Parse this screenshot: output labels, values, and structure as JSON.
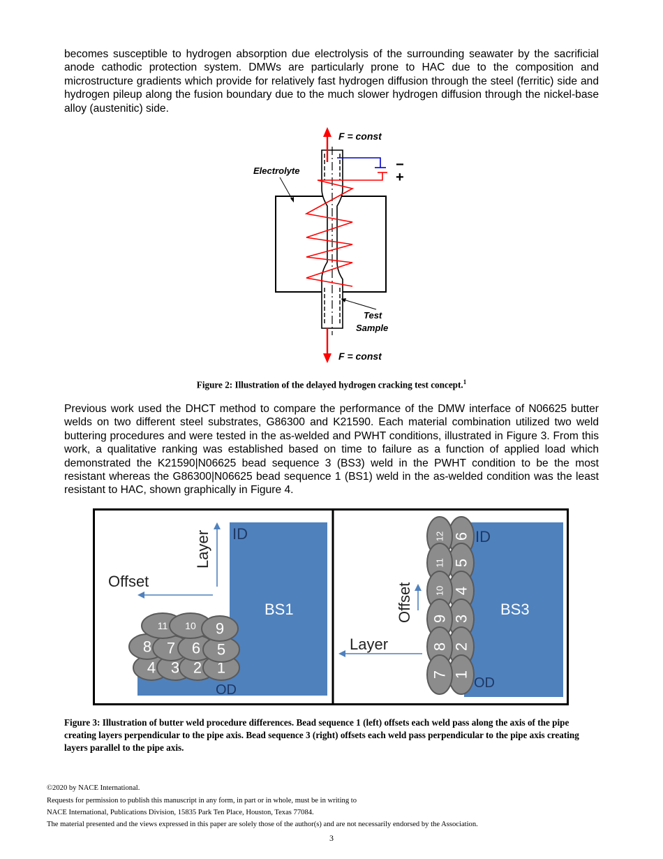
{
  "paragraph_1": "becomes susceptible to hydrogen absorption due electrolysis of the surrounding seawater by the sacrificial anode cathodic protection system.  DMWs are particularly prone to HAC due to the composition and microstructure gradients which provide for relatively fast hydrogen diffusion through the steel (ferritic) side and hydrogen pileup along the fusion boundary due to the much slower hydrogen diffusion through the nickel-base alloy (austenitic) side.",
  "figure2": {
    "label_force_top": "F = const",
    "label_force_bottom": "F = const",
    "label_electrolyte": "Electrolyte",
    "label_test": "Test",
    "label_sample": "Sample",
    "label_minus": "−",
    "label_plus": "+",
    "caption": "Figure 2:  Illustration of the delayed hydrogen cracking test concept.",
    "caption_ref": "1"
  },
  "paragraph_2": "Previous work used the DHCT method to compare the performance of the DMW interface of N06625 butter welds on two different steel substrates, G86300 and K21590.  Each material combination utilized two weld buttering procedures and were tested in the as-welded and PWHT conditions, illustrated in Figure 3.  From this work, a qualitative ranking was established based on time to failure as a function of applied load which demonstrated the K21590|N06625 bead sequence 3 (BS3) weld in the PWHT condition to be the most resistant whereas the G86300|N06625 bead sequence 1 (BS1) weld in the as-welded condition was the least resistant to HAC, shown graphically in Figure 4.",
  "figure3": {
    "left": {
      "id_label": "ID",
      "od_label": "OD",
      "bs_label": "BS1",
      "layer_label": "Layer",
      "offset_label": "Offset",
      "beads": [
        "1",
        "2",
        "3",
        "4",
        "5",
        "6",
        "7",
        "8",
        "9",
        "10",
        "11"
      ]
    },
    "right": {
      "id_label": "ID",
      "od_label": "OD",
      "bs_label": "BS3",
      "layer_label": "Layer",
      "offset_label": "Offset",
      "beads": [
        "1",
        "2",
        "3",
        "4",
        "5",
        "6",
        "7",
        "8",
        "9",
        "10",
        "11",
        "12"
      ]
    },
    "colors": {
      "substrate": "#4f81bd",
      "bead_fill": "#8c8c8c",
      "bead_stroke": "#5a5a5a",
      "arrow": "#4f81bd",
      "force_arrow": "#ff0000",
      "wire_negative": "#0000cc"
    },
    "caption": "Figure 3:  Illustration of butter weld procedure differences.  Bead sequence 1 (left) offsets each weld pass along the axis of the pipe creating layers perpendicular to the pipe axis.  Bead sequence 3 (right) offsets each weld pass perpendicular to the pipe axis creating layers parallel to the pipe axis."
  },
  "footer": {
    "copyright": "©2020 by NACE International.",
    "line2": "Requests for permission to publish this manuscript in any form, in part or in whole, must be in writing to",
    "line3": "NACE International, Publications Division, 15835 Park Ten Place, Houston, Texas 77084.",
    "line4": "The material presented and the views expressed in this paper are solely those of the author(s) and are not necessarily endorsed by the Association.",
    "page_number": "3"
  }
}
